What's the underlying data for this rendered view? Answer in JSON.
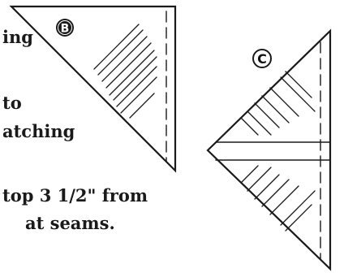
{
  "text_fragments": [
    "ing",
    "to",
    "atching",
    "top 3 1/2\" from",
    "at seams."
  ],
  "figures": [
    {
      "label": "B"
    },
    {
      "label": "C"
    }
  ],
  "colors": {
    "ink": "#1a1a1a",
    "background": "#ffffff"
  }
}
